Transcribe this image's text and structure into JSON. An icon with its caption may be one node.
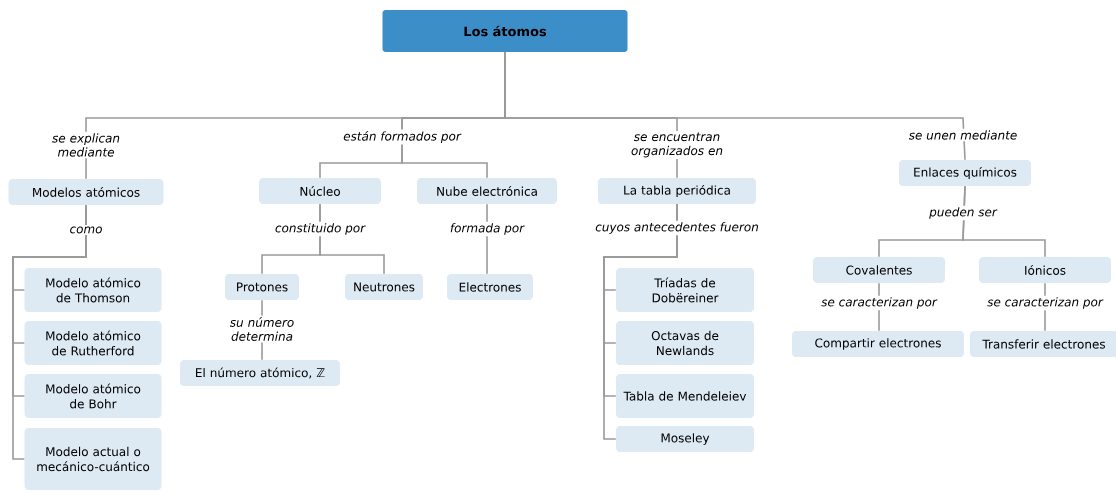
{
  "diagram": {
    "nodes": [
      {
        "text": [
          "Los átomos"
        ]
      },
      {
        "text": [
          "Modelos atómicos"
        ]
      },
      {
        "text": [
          "Modelo atómico de Thomson"
        ]
      },
      {
        "text": [
          "Modelo atómico de Rutherford"
        ]
      },
      {
        "text": [
          "Modelo atómico de Bohr"
        ]
      },
      {
        "text": [
          "Modelo actual o mecánico-cuántico"
        ]
      },
      {
        "text": [
          "Núcleo"
        ]
      },
      {
        "text": [
          "Nube electrónica"
        ]
      },
      {
        "text": [
          "Protones"
        ]
      },
      {
        "text": [
          "Neutrones"
        ]
      },
      {
        "text": [
          "Electrones"
        ]
      },
      {
        "text": [
          "El número atómico, ℤ"
        ]
      },
      {
        "text": [
          "La tabla periódica"
        ]
      },
      {
        "text": [
          "Tríadas de Dobëreiner"
        ]
      },
      {
        "text": [
          "Octavas de Newlands"
        ]
      },
      {
        "text": [
          "Tabla de Mendeleiev"
        ]
      },
      {
        "text": [
          "Moseley"
        ]
      },
      {
        "text": [
          "Enlaces químicos"
        ]
      },
      {
        "text": [
          "Covalentes"
        ]
      },
      {
        "text": [
          "Iónicos"
        ]
      },
      {
        "text": [
          "Compartir electrones"
        ]
      },
      {
        "text": [
          "Transferir electrones"
        ]
      }
    ],
    "edges": [
      {
        "from": 0,
        "to": 1,
        "arrow": "none",
        "label": "se explican mediante"
      },
      {
        "from": 0,
        "to": 6,
        "arrow": "none",
        "label": "están formados por"
      },
      {
        "from": 0,
        "to": 7,
        "arrow": "none"
      },
      {
        "from": 0,
        "to": 12,
        "arrow": "none",
        "label": "se encuentran organizados en"
      },
      {
        "from": 0,
        "to": 17,
        "arrow": "none",
        "label": "se unen mediante"
      },
      {
        "from": 1,
        "to": 2,
        "arrow": "none",
        "label": "como"
      },
      {
        "from": 1,
        "to": 3,
        "arrow": "none"
      },
      {
        "from": 1,
        "to": 4,
        "arrow": "none"
      },
      {
        "from": 1,
        "to": 5,
        "arrow": "none"
      },
      {
        "from": 6,
        "to": 8,
        "arrow": "none",
        "label": "constituido por"
      },
      {
        "from": 6,
        "to": 9,
        "arrow": "none"
      },
      {
        "from": 7,
        "to": 10,
        "arrow": "none",
        "label": "formada por"
      },
      {
        "from": 8,
        "to": 11,
        "arrow": "none",
        "label": "su número determina"
      },
      {
        "from": 12,
        "to": 13,
        "arrow": "none",
        "label": "cuyos antecedentes fueron"
      },
      {
        "from": 12,
        "to": 14,
        "arrow": "none"
      },
      {
        "from": 12,
        "to": 15,
        "arrow": "none"
      },
      {
        "from": 12,
        "to": 16,
        "arrow": "none"
      },
      {
        "from": 17,
        "to": 18,
        "arrow": "none",
        "label": "pueden ser"
      },
      {
        "from": 17,
        "to": 19,
        "arrow": "none"
      },
      {
        "from": 18,
        "to": 20,
        "arrow": "none",
        "label": "se caracterizan por"
      },
      {
        "from": 19,
        "to": 21,
        "arrow": "none",
        "label": "se caracterizan por"
      }
    ]
  }
}
